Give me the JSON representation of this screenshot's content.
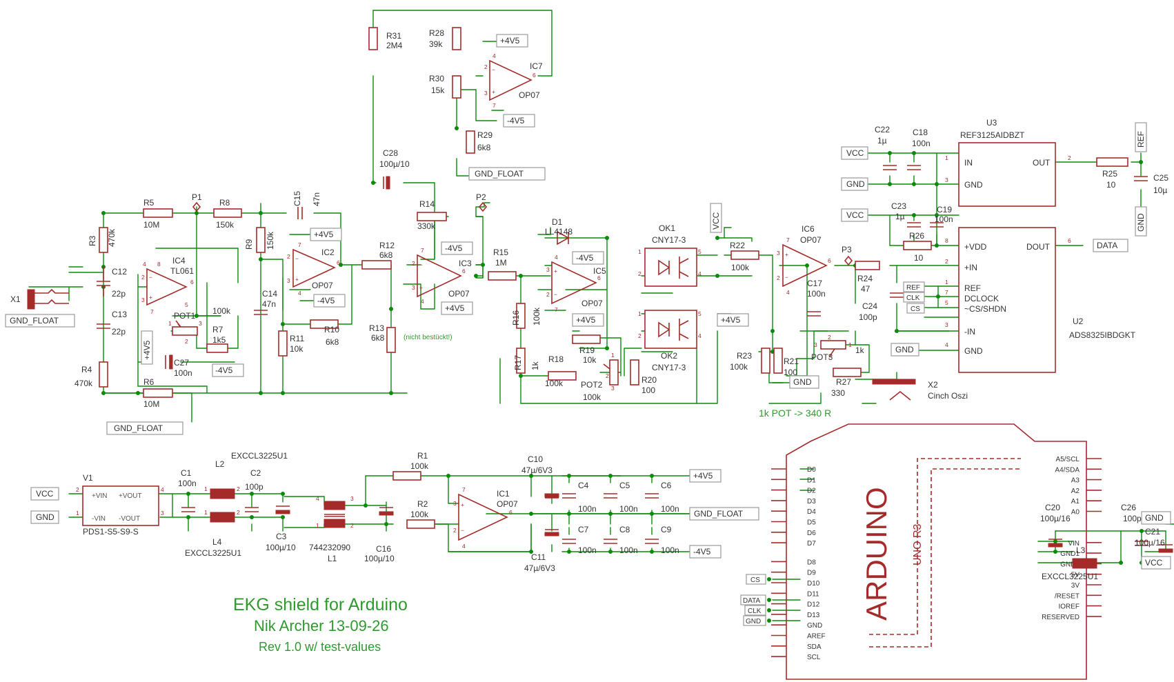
{
  "title": {
    "line1": "EKG shield for Arduino",
    "line2": "Nik Archer 13-09-26",
    "line3": "Rev 1.0 w/ test-values"
  },
  "notes": {
    "not_populated": "(nicht bestückt!)",
    "pot_note": "1k POT -> 340 R"
  },
  "parts": {
    "X1": "X1",
    "X2": "X2",
    "X2v": "Cinch Oszi",
    "R3": "R3",
    "R3v": "470k",
    "R4": "R4",
    "R4v": "470k",
    "C12": "C12",
    "C12v": "22p",
    "C13": "C13",
    "C13v": "22p",
    "R5": "R5",
    "R5v": "10M",
    "R6": "R6",
    "R6v": "10M",
    "P1": "P1",
    "P2": "P2",
    "P3": "P3",
    "IC4": "IC4",
    "IC4v": "TL061",
    "POT1": "POT1",
    "POT1v": "100k",
    "R7": "R7",
    "R7v": "1k5",
    "C27": "C27",
    "C27v": "100n",
    "R8": "R8",
    "R8v": "150k",
    "R9": "R9",
    "R9v": "150k",
    "C15": "C15",
    "C15v": "47n",
    "C14": "C14",
    "C14v": "47n",
    "IC2": "IC2",
    "IC2v": "OP07",
    "R11": "R11",
    "R11v": "10k",
    "R10": "R10",
    "R10v": "6k8",
    "R12": "R12",
    "R12v": "6k8",
    "R13": "R13",
    "R13v": "6k8",
    "R31": "R31",
    "R31v": "2M4",
    "R28": "R28",
    "R28v": "39k",
    "R30": "R30",
    "R30v": "15k",
    "R29": "R29",
    "R29v": "6k8",
    "IC7": "IC7",
    "IC7v": "OP07",
    "C28": "C28",
    "C28v": "100µ/10",
    "R14": "R14",
    "R14v": "330k",
    "IC3": "IC3",
    "IC3v": "OP07",
    "R15": "R15",
    "R15v": "1M",
    "D1": "D1",
    "D1v": "LL4148",
    "IC5": "IC5",
    "IC5v": "OP07",
    "R16": "R16",
    "R16v": "100k",
    "R17": "R17",
    "R17v": "1k",
    "R18": "R18",
    "R18v": "100k",
    "R19": "R19",
    "R19v": "10k",
    "POT2": "POT2",
    "POT2v": "100k",
    "R20": "R20",
    "R20v": "100",
    "OK1": "OK1",
    "OK1v": "CNY17-3",
    "OK2": "OK2",
    "OK2v": "CNY17-3",
    "R22": "R22",
    "R22v": "100k",
    "R23": "R23",
    "R23v": "100k",
    "R21": "R21",
    "R21v": "100",
    "IC6": "IC6",
    "IC6v": "OP07",
    "C17": "C17",
    "C17v": "100n",
    "R24": "R24",
    "R24v": "47",
    "C24": "C24",
    "C24v": "100p",
    "POT3": "POT3",
    "POT3v": "1k",
    "R27": "R27",
    "R27v": "330",
    "U3": "U3",
    "U3v": "REF3125AIDBZT",
    "U2": "U2",
    "U2v": "ADS8325IBDGKT",
    "C22": "C22",
    "C22v": "1µ",
    "C18": "C18",
    "C18v": "100n",
    "C23": "C23",
    "C23v": "1µ",
    "C19": "C19",
    "C19v": "100n",
    "R26": "R26",
    "R26v": "10",
    "R25": "R25",
    "R25v": "10",
    "C25": "C25",
    "C25v": "10µ",
    "V1": "V1",
    "V1v": "PDS1-S5-S9-S",
    "C1": "C1",
    "C1v": "100n",
    "L2": "L2",
    "L2v": "EXCCL3225U1",
    "C2": "C2",
    "C2v": "100p",
    "C3": "C3",
    "C3v": "100µ/10",
    "L4": "L4",
    "L4v": "EXCCL3225U1",
    "L1": "L1",
    "L1v": "744232090",
    "R1": "R1",
    "R1v": "100k",
    "R2": "R2",
    "R2v": "100k",
    "C16": "C16",
    "C16v": "100µ/10",
    "IC1": "IC1",
    "IC1v": "OP07",
    "C10": "C10",
    "C10v": "47µ/6V3",
    "C11": "C11",
    "C11v": "47µ/6V3",
    "C4": "C4",
    "C4v": "100n",
    "C5": "C5",
    "C5v": "100n",
    "C6": "C6",
    "C6v": "100n",
    "C7": "C7",
    "C7v": "100n",
    "C8": "C8",
    "C8v": "100n",
    "C9": "C9",
    "C9v": "100n",
    "C20": "C20",
    "C20v": "100µ/16",
    "C26": "C26",
    "C26v": "100p",
    "C21": "C21",
    "C21v": "100µ/16",
    "L3": "L3",
    "L3v": "EXCCL3225U1"
  },
  "nets": {
    "gnd_float": "GND_FLOAT",
    "p4v5": "+4V5",
    "m4v5": "-4V5",
    "vcc": "VCC",
    "gnd": "GND",
    "ref": "REF",
    "clk": "CLK",
    "cs": "CS",
    "data": "DATA"
  },
  "v1_pins": {
    "pvin": "+VIN",
    "mvin": "-VIN",
    "pvout": "+VOUT",
    "mvout": "-VOUT"
  },
  "u3_pins": {
    "in": "IN",
    "gnd": "GND",
    "out": "OUT"
  },
  "u2_pins": {
    "pvdd": "+VDD",
    "pin": "+IN",
    "ref": "REF",
    "dclock": "DCLOCK",
    "cs": "~CS/SHDN",
    "min": "-IN",
    "gnd": "GND",
    "dout": "DOUT"
  },
  "arduino": {
    "name": "ARDUINO",
    "model": "UNO R3",
    "left_pins": [
      "D0",
      "D1",
      "D2",
      "D3",
      "D4",
      "D5",
      "D6",
      "D7",
      "D8",
      "D9",
      "D10",
      "D11",
      "D12",
      "D13",
      "GND",
      "AREF",
      "SDA",
      "SCL"
    ],
    "right_pins": [
      "A5/SCL",
      "A4/SDA",
      "A3",
      "A2",
      "A1",
      "A0",
      "VIN",
      "GND1",
      "GND2",
      "5V",
      "3V",
      "/RESET",
      "IOREF",
      "RESERVED"
    ]
  },
  "pin_numbers": {
    "n1": "1",
    "n2": "2",
    "n3": "3",
    "n4": "4",
    "n5": "5",
    "n6": "6",
    "n7": "7",
    "n8": "8"
  }
}
